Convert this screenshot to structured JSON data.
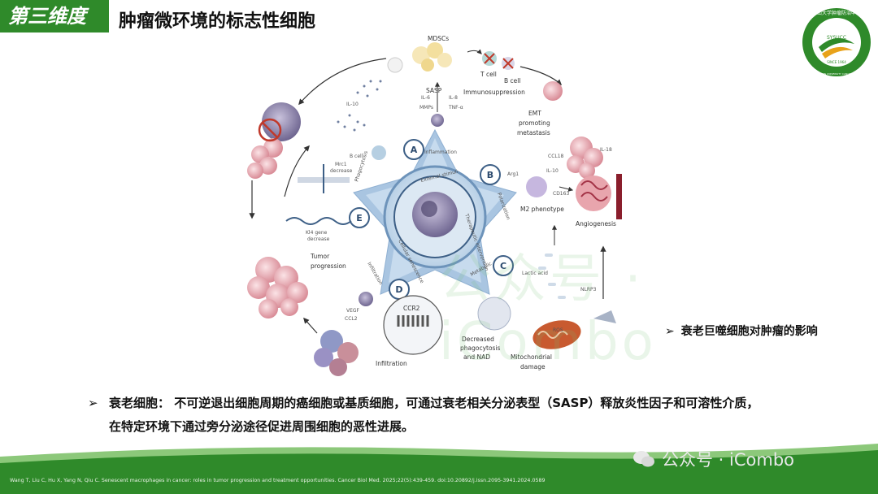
{
  "header": {
    "badge": "第三维度",
    "title": "肿瘤微环境的标志性细胞"
  },
  "logo": {
    "text_top": "中山大学肿瘤防治中心",
    "text_side": "SUN YAT-SEN UNIVERSITY CANCER CENTER",
    "abbr": "SYSUCC",
    "since": "SINCE 1964",
    "colors": {
      "ring": "#2f8a2a",
      "accent": "#e8a21a"
    }
  },
  "diagram": {
    "markers": [
      "A",
      "B",
      "C",
      "D",
      "E"
    ],
    "center_text": {
      "top": "External stimuli",
      "right": "Therapeutic intervention",
      "left": "Cellular senescence"
    },
    "arm_labels": {
      "inflammation": "Inflammation",
      "polarization": "Polarization",
      "metabolic": "Metabolic",
      "infiltration": "Infiltration",
      "phagocytosis": "Phagocytosis"
    },
    "labels": {
      "mdscs": "MDSCs",
      "t_cell": "T cell",
      "b_cell_top": "B cell",
      "immunosuppression": "Immunosuppression",
      "sasp": "SASP",
      "il8": "IL-8",
      "mmps": "MMPs",
      "tnf": "TNF-α",
      "il6": "IL-6",
      "il10_top": "IL-10",
      "emt": "EMT",
      "emt_2": "promoting",
      "emt_3": "metastasis",
      "ccl18": "CCL18",
      "il18": "IL-18",
      "arg1": "Arg1",
      "il10_b": "IL-10",
      "cd163": "CD163",
      "m2": "M2 phenotype",
      "angiogenesis": "Angiogenesis",
      "lactic": "Lactic acid",
      "nlrp3": "NLRP3",
      "ros": "ROS",
      "mito": "Mitochondrial",
      "mito_2": "damage",
      "decreased": "Decreased",
      "decreased_2": "phagocytosis",
      "decreased_3": "and NAD",
      "vegf": "VEGF",
      "ccl2": "CCL2",
      "ccr2": "CCR2",
      "infiltration_bottom": "Infiltration",
      "tumor_prog": "Tumor",
      "tumor_prog_2": "progression",
      "kl4": "Kl4 gene",
      "kl4_2": "decrease",
      "mrc1": "Mrc1",
      "mrc1_2": "decrease",
      "b_cell_left": "B cell"
    },
    "watermark": "公众号 · iCombo"
  },
  "side_bullet": {
    "arrow": "➢",
    "text": "衰老巨噬细胞对肿瘤的影响"
  },
  "definition": {
    "arrow": "➢",
    "line1": "衰老细胞： 不可逆退出细胞周期的癌细胞或基质细胞，可通过衰老相关分泌表型（SASP）释放炎性因子和可溶性介质，",
    "line2": "在特定环境下通过旁分泌途径促进周围细胞的恶性进展。"
  },
  "footer": {
    "wechat": "公众号 · iCombo",
    "citation": "Wang T, Liu C, Hu X, Yang N, Qiu C. Senescent macrophages in cancer: roles in tumor progression and treatment opportunities. Cancer Biol Med. 2025;22(5):439-459. doi:10.20892/j.issn.2095-3941.2024.0589",
    "colors": {
      "band": "#2f8a2a",
      "band_light": "#8cc87a"
    }
  }
}
